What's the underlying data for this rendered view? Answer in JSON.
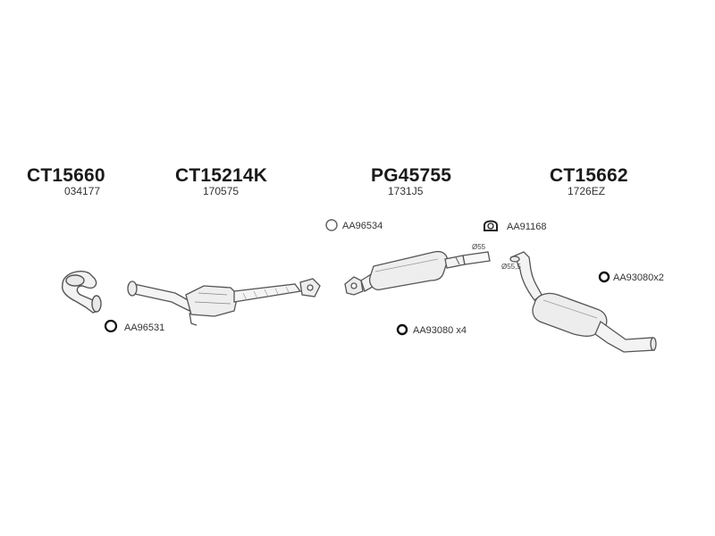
{
  "parts": [
    {
      "code": "CT15660",
      "ref": "034177"
    },
    {
      "code": "CT15214K",
      "ref": "170575"
    },
    {
      "code": "PG45755",
      "ref": "1731J5"
    },
    {
      "code": "CT15662",
      "ref": "1726EZ"
    }
  ],
  "accessories": {
    "ring_a": "AA96534",
    "clamp": "AA91168",
    "ring_b": "AA96531",
    "gasket_mid": "AA93080 x4",
    "gasket_rear": "AA93080x2"
  },
  "diameters": {
    "d1": "Ø55",
    "d2": "Ø55,5"
  }
}
